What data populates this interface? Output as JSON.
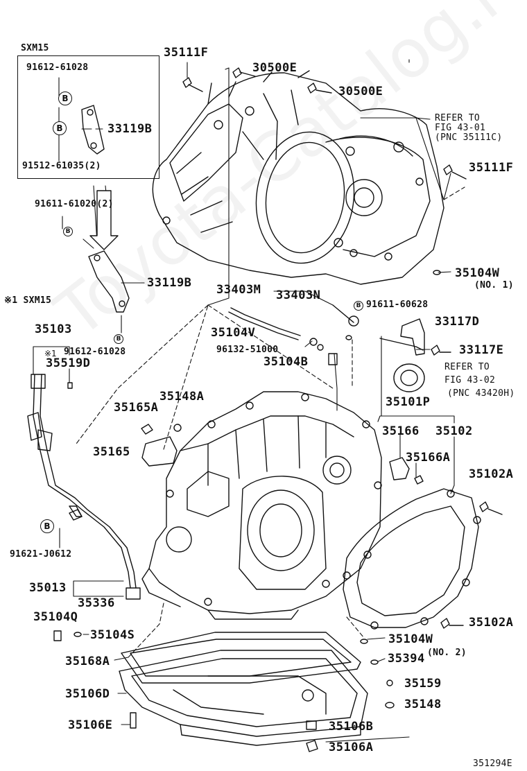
{
  "diagram": {
    "figure_code": "351294E",
    "watermark": "Toyota-Catalog.ru",
    "inset": {
      "model": "SXM15"
    },
    "note_marker": "※1",
    "note_model": "SXM15",
    "symbols": {
      "b": "B"
    },
    "parts": {
      "p91612_61028_a": "91612-61028",
      "p91512_61035": "91512-61035(2)",
      "p33119b_a": "33119B",
      "p91611_61020": "91611-61020(2)",
      "p33119b_b": "33119B",
      "p91612_61028_b": "91612-61028",
      "p35103": "35103",
      "p35519d": "35519D",
      "p91621_j0612": "91621-J0612",
      "p35013": "35013",
      "p35336": "35336",
      "p35104q": "35104Q",
      "p35104s": "35104S",
      "p35168a": "35168A",
      "p35106d": "35106D",
      "p35106e": "35106E",
      "p35111f_a": "35111F",
      "p30500e_a": "30500E",
      "p30500e_b": "30500E",
      "p35111f_b": "35111F",
      "p35104w_a": "35104W",
      "p35104w_a_no": "(NO. 1)",
      "p33403m": "33403M",
      "p33403n": "33403N",
      "p91611_60628": "91611-60628",
      "p35104v": "35104V",
      "p96132_51000": "96132-51000",
      "p35104b": "35104B",
      "p33117d": "33117D",
      "p33117e": "33117E",
      "p35101p": "35101P",
      "p35148a": "35148A",
      "p35165a": "35165A",
      "p35165": "35165",
      "p35166": "35166",
      "p35102": "35102",
      "p35166a": "35166A",
      "p35102a_a": "35102A",
      "p35102a_b": "35102A",
      "p35104w_b": "35104W",
      "p35104w_b_no": "(NO. 2)",
      "p35394": "35394",
      "p35159": "35159",
      "p35148": "35148",
      "p35106b": "35106B",
      "p35106a": "35106A"
    },
    "refs": {
      "r1_l1": "REFER TO",
      "r1_l2": "FIG 43-01",
      "r1_l3": "(PNC 35111C)",
      "r2_l1": "REFER TO",
      "r2_l2": "FIG 43-02",
      "r2_l3": "(PNC 43420H)"
    }
  }
}
